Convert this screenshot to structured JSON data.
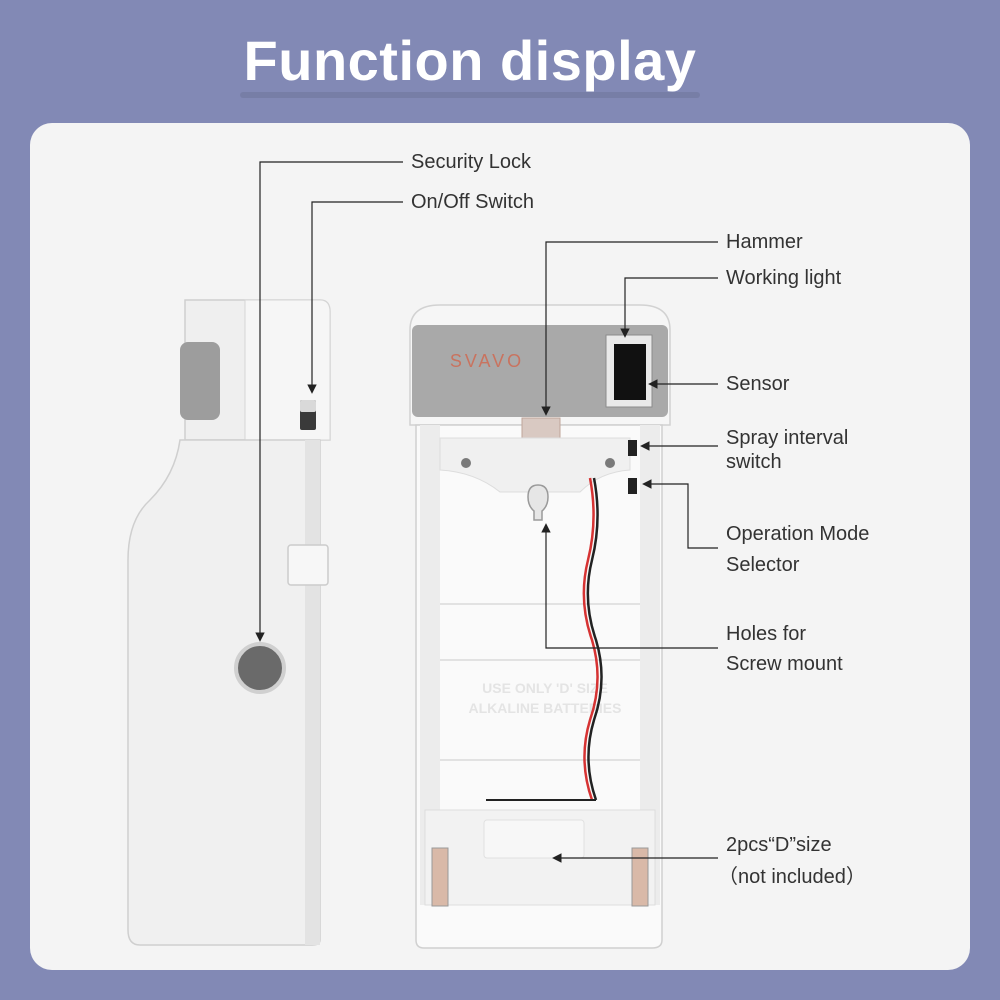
{
  "title": "Function display",
  "brand": "SVAVO",
  "battery_text": [
    "USE ONLY 'D' SIZE",
    "ALKALINE BATTERIES"
  ],
  "labels": {
    "security_lock": "Security Lock",
    "on_off_switch": "On/Off Switch",
    "hammer": "Hammer",
    "working_light": "Working light",
    "sensor": "Sensor",
    "spray_interval_line1": "Spray interval",
    "spray_interval_line2": "switch",
    "operation_mode_line1": "Operation Mode",
    "operation_mode_line2": "Selector",
    "holes_line1": "Holes for",
    "holes_line2": "Screw mount",
    "battery_line1": "2pcs“D”size",
    "battery_line2": "（not included）"
  },
  "colors": {
    "background": "#8289b5",
    "card": "#f4f4f4",
    "device_body": "#ebebeb",
    "panel_grey": "#a9a9a9",
    "brand_text": "#c9735f",
    "leader_line": "#222222"
  }
}
